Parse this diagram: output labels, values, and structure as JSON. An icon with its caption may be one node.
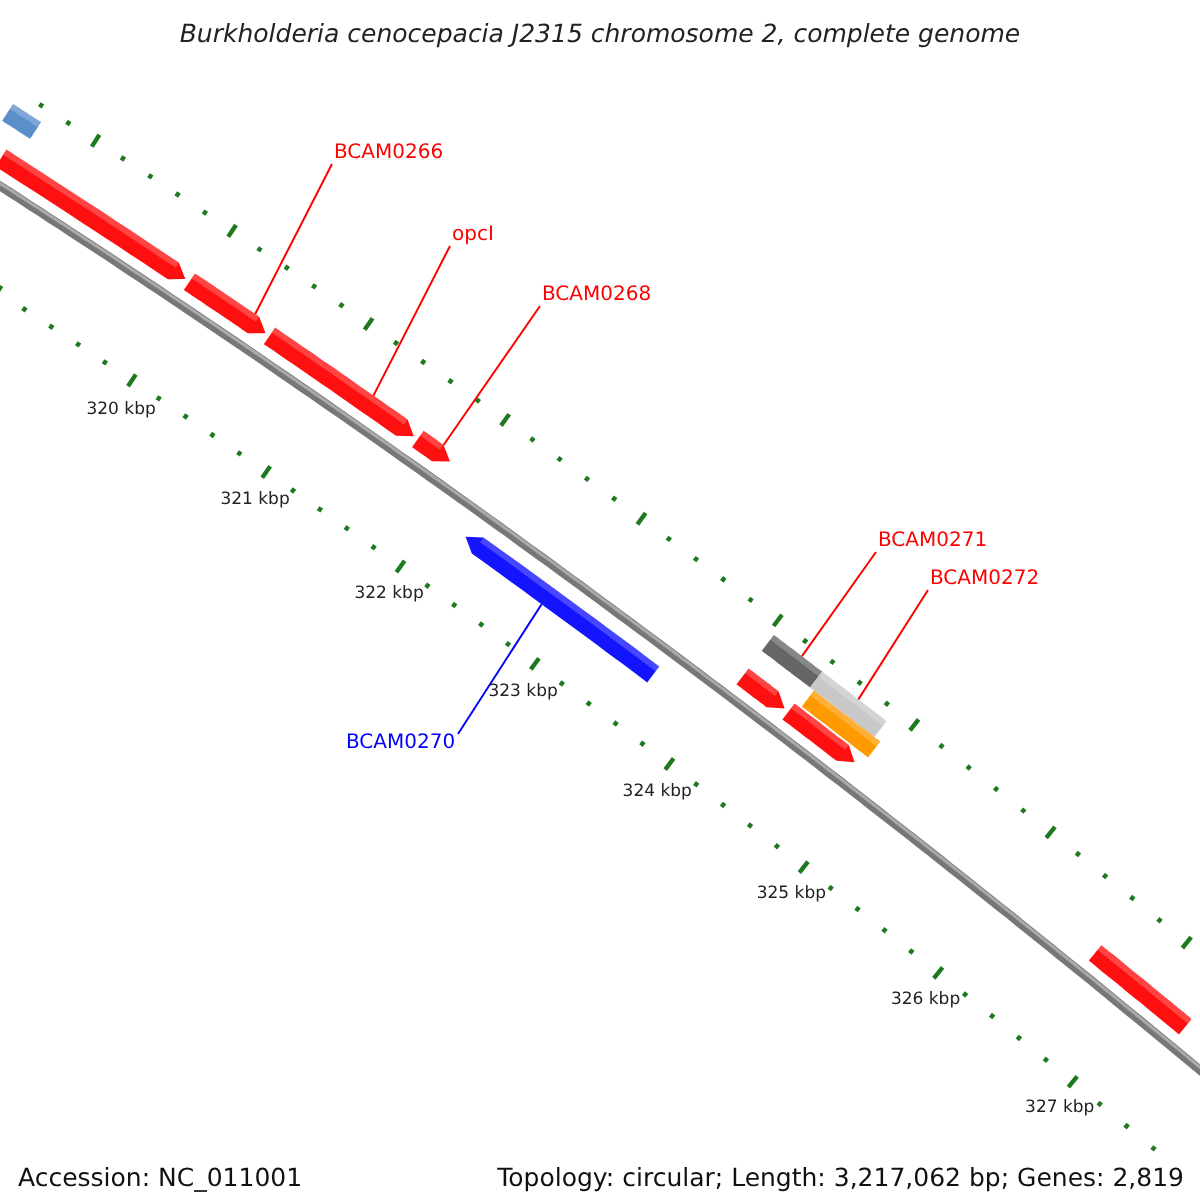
{
  "diagram": {
    "title": "Burkholderia cenocepacia J2315 chromosome 2, complete genome",
    "nodes": [
      {
        "text": [],
        "shape": "bar"
      },
      {
        "text": [],
        "shape": "bar"
      },
      {
        "text": [],
        "shape": "bar"
      },
      {
        "text": [],
        "shape": "bar"
      },
      {
        "text": [],
        "shape": "bar"
      },
      {
        "text": [],
        "shape": "bar"
      },
      {
        "text": [],
        "shape": "bar"
      },
      {
        "text": [],
        "shape": "bar"
      },
      {
        "text": [],
        "shape": "bar"
      },
      {
        "text": [],
        "shape": "bar"
      },
      {
        "text": [],
        "shape": "bar"
      },
      {
        "text": [],
        "shape": "bar"
      },
      {
        "text": [
          "BCAM0266"
        ]
      },
      {
        "text": [
          "opcI"
        ]
      },
      {
        "text": [
          "BCAM0268"
        ]
      },
      {
        "text": [
          "BCAM0271"
        ]
      },
      {
        "text": [
          "BCAM0272"
        ]
      },
      {
        "text": [
          "BCAM0270"
        ]
      }
    ],
    "edges": [
      {
        "from": 12,
        "to": 2,
        "arrow": "none"
      },
      {
        "from": 13,
        "to": 3,
        "arrow": "none"
      },
      {
        "from": 14,
        "to": 4,
        "arrow": "none"
      },
      {
        "from": 15,
        "to": 6,
        "arrow": "none"
      },
      {
        "from": 16,
        "to": 7,
        "arrow": "none"
      },
      {
        "from": 17,
        "to": 5,
        "arrow": "none",
        "color": "#0000ff"
      }
    ],
    "labels": [
      "320 kbp",
      "321 kbp",
      "322 kbp",
      "323 kbp",
      "324 kbp",
      "325 kbp",
      "326 kbp",
      "327 kbp",
      "Accession: NC_011001",
      "Topology: circular; Length: 3,217,062 bp; Genes: 2,819"
    ]
  }
}
